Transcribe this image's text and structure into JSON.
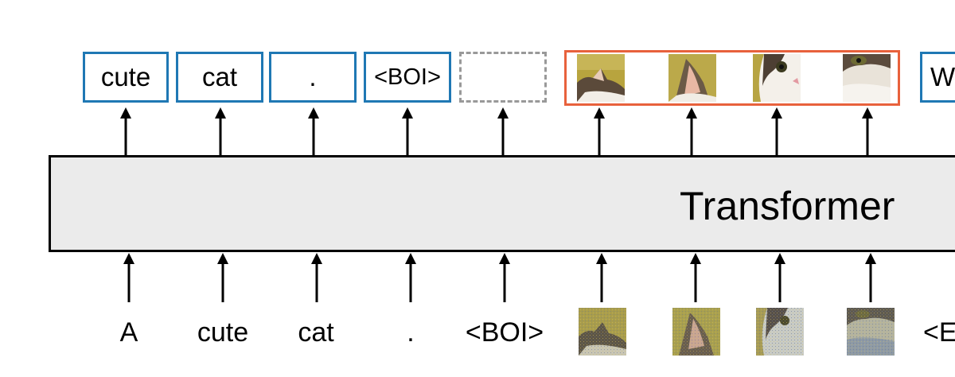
{
  "outputs": {
    "tokens": [
      "cute",
      "cat",
      ".",
      "<BOI>",
      "",
      "W"
    ],
    "image_patches": [
      "cat-ear-left-patch",
      "cat-ear-right-patch",
      "cat-face-patch",
      "cat-cheek-patch"
    ]
  },
  "transformer": {
    "label": "Transformer"
  },
  "inputs": {
    "tokens": [
      "A",
      "cute",
      "cat",
      ".",
      "<BOI>",
      "<E"
    ],
    "image_patches": [
      "noisy-cat-ear-left-patch",
      "noisy-cat-ear-right-patch",
      "noisy-cat-face-patch",
      "noisy-cat-cheek-patch"
    ]
  },
  "colors": {
    "text_token_border": "#1f78b4",
    "image_group_border": "#e8613c",
    "masked_token_border": "#999999",
    "transformer_fill": "#ebebeb"
  }
}
